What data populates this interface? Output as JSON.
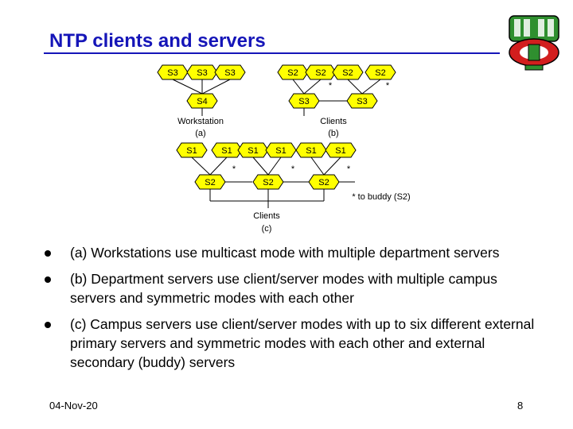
{
  "slide": {
    "title": "NTP clients and servers",
    "date": "04-Nov-20",
    "page_number": "8"
  },
  "diagram": {
    "node_labels": {
      "s3a": "S3",
      "s3b": "S3",
      "s3c": "S3",
      "s2a": "S2",
      "s2b": "S2",
      "s2c": "S2",
      "s2d": "S2",
      "s4": "S4",
      "s3d": "S3",
      "s3e": "S3",
      "s1a": "S1",
      "s1b": "S1",
      "s1c": "S1",
      "s1d": "S1",
      "s1e": "S1",
      "s1f": "S1",
      "s2e": "S2",
      "s2f": "S2",
      "s2g": "S2"
    },
    "star": "*",
    "labels": {
      "workstation": "Workstation",
      "workstation_tag": "(a)",
      "clients_b": "Clients",
      "clients_b_tag": "(b)",
      "buddy_note": "* to buddy (S2)",
      "clients_c": "Clients",
      "clients_c_tag": "(c)"
    },
    "colors": {
      "node_fill": "#ffff00",
      "line": "#000000"
    }
  },
  "bullets": [
    "(a) Workstations use multicast mode with multiple department servers",
    "(b) Department servers use client/server modes with multiple campus servers and symmetric modes with each other",
    "(c) Campus servers use client/server modes with up to six different external primary servers and symmetric modes with each other and external secondary (buddy) servers"
  ],
  "logo": {
    "icon": "university-crest-icon"
  },
  "colors": {
    "title": "#1515b8",
    "logo_green": "#2f8f2f",
    "logo_red": "#d21e1e"
  }
}
